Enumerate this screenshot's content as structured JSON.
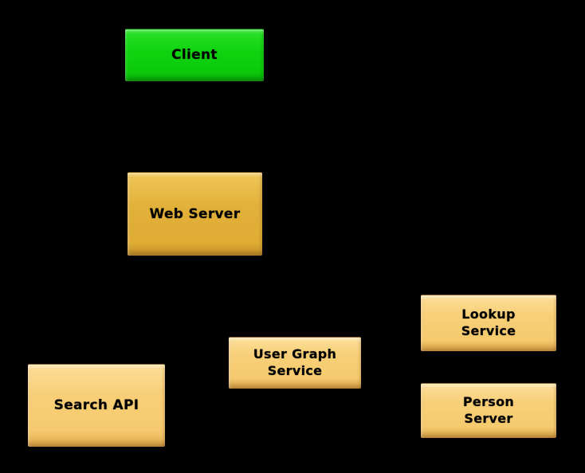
{
  "diagram": {
    "background_color": "#000000",
    "text_color": "#000000",
    "colors": {
      "client_green": "#10d410",
      "web_server_gold": "#e2b13a",
      "service_tan": "#f8cf78"
    },
    "nodes": {
      "client": {
        "label": "Client",
        "fill": "#10d410"
      },
      "web_server": {
        "label": "Web Server",
        "fill": "#e2b13a"
      },
      "search_api": {
        "label": "Search API",
        "fill": "#f8cf78"
      },
      "user_graph_service": {
        "label": "User Graph\nService",
        "fill": "#f8cf78"
      },
      "lookup_service": {
        "label": "Lookup\nService",
        "fill": "#f8cf78"
      },
      "person_server": {
        "label": "Person\nServer",
        "fill": "#f8cf78"
      }
    }
  }
}
